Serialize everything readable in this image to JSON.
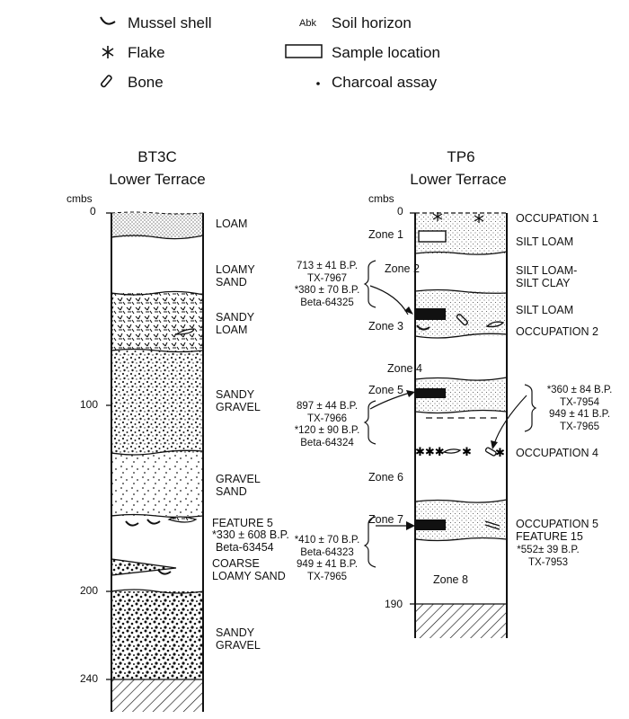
{
  "legend": {
    "mussel_shell": "Mussel shell",
    "flake": "Flake",
    "bone": "Bone",
    "soil_horizon_abbr": "Abk",
    "soil_horizon": "Soil horizon",
    "sample_location": "Sample location",
    "charcoal_assay": "Charcoal assay"
  },
  "bt3c": {
    "name": "BT3C",
    "subtitle": "Lower Terrace",
    "unit": "cmbs",
    "depth_ticks": [
      "0",
      "100",
      "200",
      "240"
    ],
    "layers": [
      {
        "label": "LOAM"
      },
      {
        "label": "LOAMY SAND"
      },
      {
        "label": "SANDY LOAM"
      },
      {
        "label": "SANDY GRAVEL"
      },
      {
        "label": "GRAVEL SAND"
      },
      {
        "label": "FEATURE 5"
      },
      {
        "label": "COARSE LOAMY SAND"
      },
      {
        "label": "SANDY GRAVEL"
      }
    ],
    "feature5_dates": "*330 ± 608 B.P.",
    "feature5_lab": "Beta-63454"
  },
  "tp6": {
    "name": "TP6",
    "subtitle": "Lower Terrace",
    "unit": "cmbs",
    "depth_ticks": [
      "0",
      "190"
    ],
    "zones": [
      "Zone 1",
      "Zone 2",
      "Zone 3",
      "Zone 4",
      "Zone 5",
      "Zone 6",
      "Zone 7",
      "Zone 8"
    ],
    "right_labels": {
      "occupation1": "OCCUPATION 1",
      "silt_loam1": "SILT LOAM",
      "silt_loam_clay_1": "SILT LOAM-",
      "silt_loam_clay_2": "SILT CLAY",
      "silt_loam2": "SILT LOAM",
      "occupation2": "OCCUPATION  2",
      "occupation4": "OCCUPATION 4",
      "occupation5": "OCCUPATION 5",
      "feature15": "FEATURE 15"
    },
    "dates": {
      "z2_a": "713 ± 41 B.P.",
      "z2_b": "TX-7967",
      "z2_c": "*380 ± 70 B.P.",
      "z2_d": "Beta-64325",
      "z5_a": "897 ± 44 B.P.",
      "z5_b": "TX-7966",
      "z5_c": "*120 ± 90 B.P.",
      "z5_d": "Beta-64324",
      "r5_a": "*360 ± 84 B.P.",
      "r5_b": "TX-7954",
      "r5_c": "949 ± 41 B.P.",
      "r5_d": "TX-7965",
      "z7_a": "*410 ± 70 B.P.",
      "z7_b": "Beta-64323",
      "z7_c": "949 ± 41 B.P.",
      "z7_d": "TX-7965",
      "f15_a": "*552± 39 B.P.",
      "f15_b": "TX-7953"
    }
  }
}
